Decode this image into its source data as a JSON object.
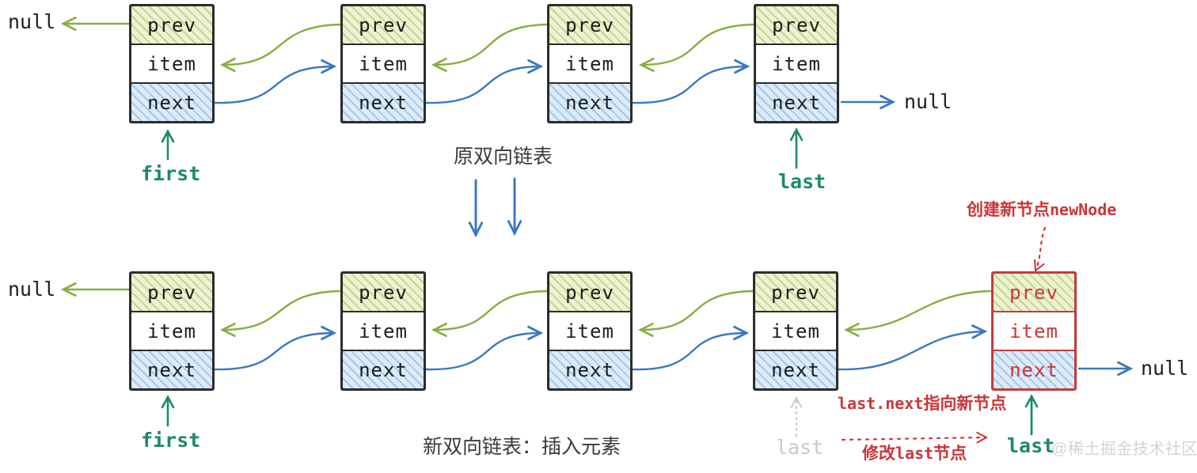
{
  "palette": {
    "green_arrow": "#86ae3f",
    "blue_arrow": "#3c78c0",
    "teal_pointer": "#1d8a63",
    "red_accent": "#cd3437",
    "gray_muted": "#c9c9c9",
    "green_cell_bg": "#edf2d3",
    "blue_cell_bg": "#dcebf8",
    "node_border": "#2c2c2c",
    "new_node_border": "#c43b3b"
  },
  "node_labels": {
    "prev": "prev",
    "item": "item",
    "next": "next"
  },
  "pointers": {
    "first": "first",
    "last": "last",
    "null": "null"
  },
  "captions": {
    "original": "原双向链表",
    "new": "新双向链表：插入元素"
  },
  "annotations": {
    "create_text": "创建新节点",
    "create_code": "newNode",
    "lastnext_code": "last.next",
    "lastnext_text": "指向新节点",
    "modify_text_1": "修改",
    "modify_code": "last",
    "modify_text_2": "节点"
  },
  "watermark": "@稀土掘金技术社区"
}
